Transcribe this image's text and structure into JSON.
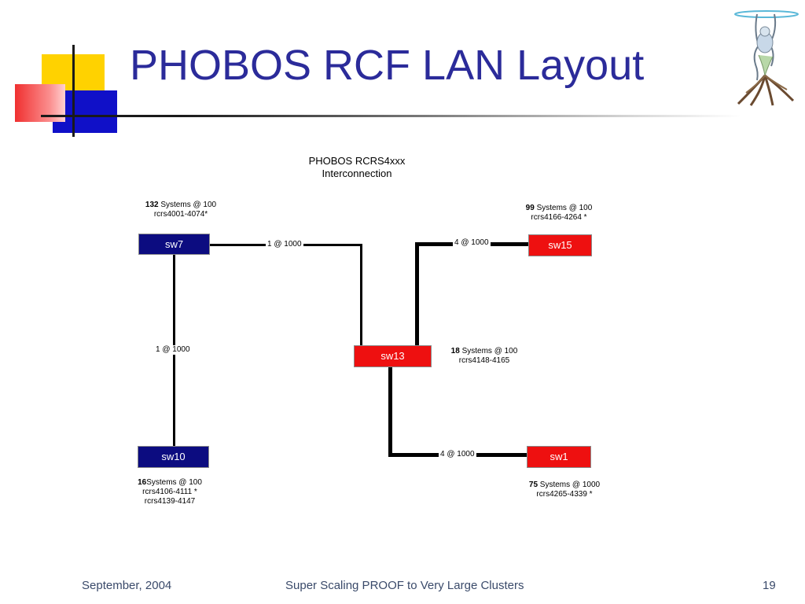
{
  "slide": {
    "title": "PHOBOS RCF LAN Layout",
    "footer_left": "September, 2004",
    "footer_center": "Super Scaling PROOF to Very Large Clusters",
    "page_number": "19"
  },
  "diagram": {
    "title_line1": "PHOBOS RCRS4xxx",
    "title_line2": "Interconnection",
    "switches": {
      "sw7": "sw7",
      "sw10": "sw10",
      "sw13": "sw13",
      "sw15": "sw15",
      "sw1": "sw1"
    },
    "links": {
      "sw7_sw13": "1 @ 1000",
      "sw7_sw10": "1 @ 1000",
      "sw13_sw15": "4 @ 1000",
      "sw13_sw1": "4 @ 1000"
    },
    "info": {
      "sw7": {
        "count": "132",
        "text": " Systems @ 100",
        "range": "rcrs4001-4074*"
      },
      "sw15": {
        "count": "99",
        "text": " Systems @ 100",
        "range": "rcrs4166-4264 *"
      },
      "sw13": {
        "count": "18",
        "text": " Systems @ 100",
        "range": "rcrs4148-4165"
      },
      "sw10": {
        "count": "16",
        "text": "Systems @ 100",
        "range": "rcrs4106-4111 *",
        "range2": "rcrs4139-4147"
      },
      "sw1": {
        "count": "75",
        "text": " Systems @ 1000",
        "range": "rcrs4265-4339  *"
      }
    }
  },
  "colors": {
    "title": "#2b2b9a",
    "switch_blue": "#0c0c80",
    "switch_red": "#ee1010",
    "logo_yellow": "#ffd200",
    "logo_blue": "#1010c8",
    "logo_red": "#f03030"
  },
  "icons": {
    "logo": "colored-squares-logo",
    "figure": "phobos-figure-illustration"
  }
}
